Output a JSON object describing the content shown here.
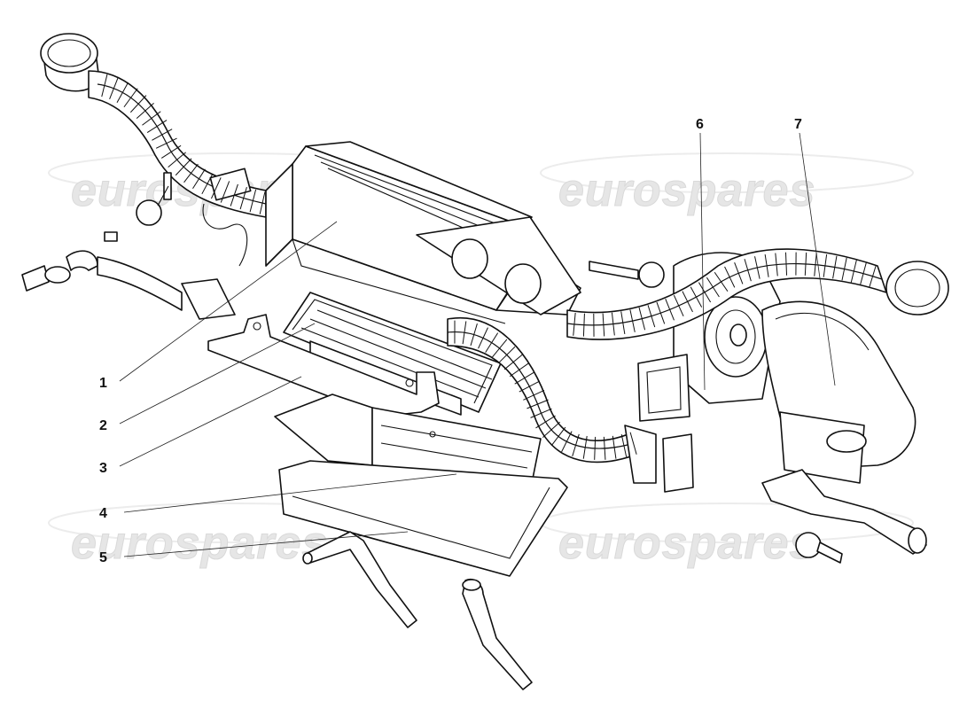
{
  "watermarks": [
    "eurospares",
    "eurospares",
    "eurospares",
    "eurospares"
  ],
  "callouts": [
    {
      "id": "1",
      "label": "1"
    },
    {
      "id": "2",
      "label": "2"
    },
    {
      "id": "3",
      "label": "3"
    },
    {
      "id": "4",
      "label": "4"
    },
    {
      "id": "5",
      "label": "5"
    },
    {
      "id": "6",
      "label": "6"
    },
    {
      "id": "7",
      "label": "7"
    }
  ]
}
